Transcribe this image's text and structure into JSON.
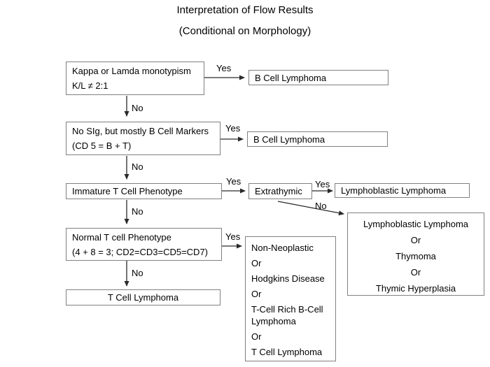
{
  "title": "Interpretation of Flow Results",
  "subtitle": "(Conditional on Morphology)",
  "colors": {
    "background": "#ffffff",
    "box_border": "#808080",
    "text": "#000000",
    "arrow": "#2a2a2a"
  },
  "nodes": {
    "kappa": {
      "lines": [
        "Kappa or Lamda monotypism",
        "K/L ≠ 2:1"
      ]
    },
    "bcell1": {
      "lines": [
        "B Cell Lymphoma"
      ]
    },
    "nosig": {
      "lines": [
        "No SIg, but mostly B Cell Markers",
        "(CD 5 = B + T)"
      ]
    },
    "bcell2": {
      "lines": [
        "B Cell Lymphoma"
      ]
    },
    "immature": {
      "lines": [
        "Immature T Cell Phenotype"
      ]
    },
    "extrathymic": {
      "lines": [
        "Extrathymic"
      ]
    },
    "lymphoblastic": {
      "lines": [
        "Lymphoblastic Lymphoma"
      ]
    },
    "thymic_group": {
      "lines": [
        "Lymphoblastic Lymphoma",
        "Or",
        "Thymoma",
        "Or",
        "Thymic Hyperplasia"
      ]
    },
    "normal": {
      "lines": [
        "Normal T cell Phenotype",
        "(4 + 8 = 3; CD2=CD3=CD5=CD7)"
      ]
    },
    "differential": {
      "lines": [
        "Non-Neoplastic",
        "Or",
        "Hodgkins Disease",
        "Or",
        "T-Cell Rich B-Cell Lymphoma",
        "Or",
        "T Cell Lymphoma"
      ]
    },
    "tcell": {
      "lines": [
        "T Cell Lymphoma"
      ]
    }
  },
  "edge_labels": {
    "kappa_yes": "Yes",
    "kappa_no": "No",
    "nosig_yes": "Yes",
    "nosig_no": "No",
    "immature_yes": "Yes",
    "immature_no": "No",
    "extrathymic_yes": "Yes",
    "extrathymic_no": "No",
    "normal_yes": "Yes",
    "normal_no": "No"
  }
}
